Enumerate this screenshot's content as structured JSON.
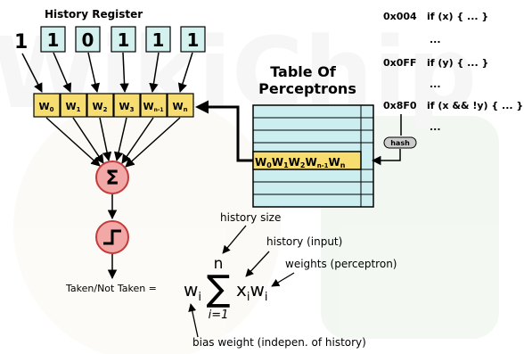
{
  "watermark": "WikiChip",
  "history_register": {
    "title": "History Register",
    "current_bit": "1",
    "bits": [
      "1",
      "0",
      "1",
      "1",
      "1"
    ]
  },
  "weights": [
    {
      "base": "W",
      "sub": "0"
    },
    {
      "base": "W",
      "sub": "1"
    },
    {
      "base": "W",
      "sub": "2"
    },
    {
      "base": "W",
      "sub": "3"
    },
    {
      "base": "W",
      "sub": "n-1"
    },
    {
      "base": "W",
      "sub": "n"
    }
  ],
  "sum_symbol": "Σ",
  "table": {
    "title_line1": "Table Of",
    "title_line2": "Perceptrons",
    "selected_row": [
      {
        "base": "W",
        "sub": "0"
      },
      {
        "base": "W",
        "sub": "1"
      },
      {
        "base": "W",
        "sub": "2"
      },
      {
        "base": "W",
        "sub": "n-1"
      },
      {
        "base": "W",
        "sub": "n"
      }
    ]
  },
  "hash_label": "hash",
  "code": [
    {
      "addr": "0x004",
      "stmt": "if (x) { ... }"
    },
    {
      "addr": "0x0FF",
      "stmt": "if (y) { ... }"
    },
    {
      "addr": "0x8F0",
      "stmt": "if (x && !y) { ... }"
    }
  ],
  "ellipsis": "...",
  "formula": {
    "lhs": "Taken/Not Taken =",
    "w": "w",
    "w_sub": "i",
    "sigma": "∑",
    "upper": "n",
    "lower": "i=1",
    "x": "x",
    "x_sub": "i",
    "w2": "w",
    "w2_sub": "i"
  },
  "annotations": {
    "history_size": "history size",
    "history_input": "history (input)",
    "weights": "weights (perceptron)",
    "bias": "bias weight (indepen. of history)"
  },
  "colors": {
    "weight_fill": "#f7dc6f",
    "register_fill": "#d4f1ef",
    "table_fill": "#cdeef0",
    "node_fill": "#f1a8a6",
    "node_stroke": "#c43b3b",
    "hash_fill": "#cccccc"
  }
}
